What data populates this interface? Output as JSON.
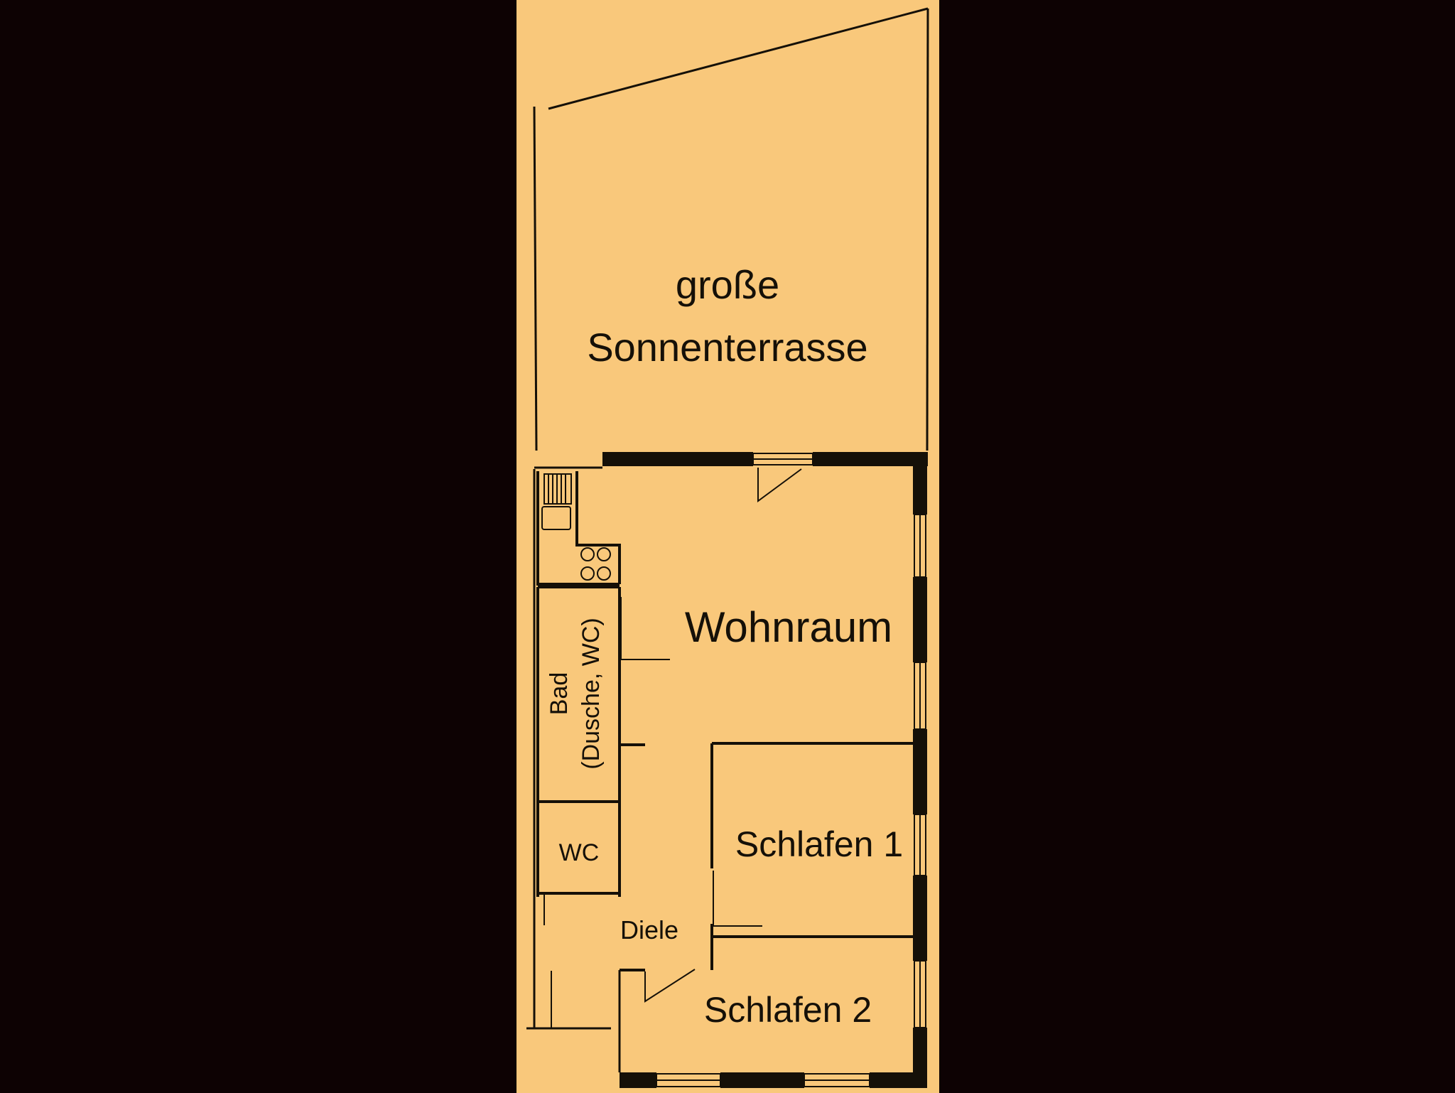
{
  "colors": {
    "background": "#0d0203",
    "paper": "#f9c87b",
    "ink": "#151008"
  },
  "rooms": {
    "terrace_line1": "große",
    "terrace_line2": "Sonnenterrasse",
    "living": "Wohnraum",
    "bath_line1": "Bad",
    "bath_line2": "(Dusche, WC)",
    "wc": "WC",
    "hall": "Diele",
    "bedroom1": "Schlafen 1",
    "bedroom2": "Schlafen 2"
  },
  "fixtures": {
    "kitchen_icons": [
      "kitchen-sink-icon",
      "stove-icon"
    ]
  }
}
